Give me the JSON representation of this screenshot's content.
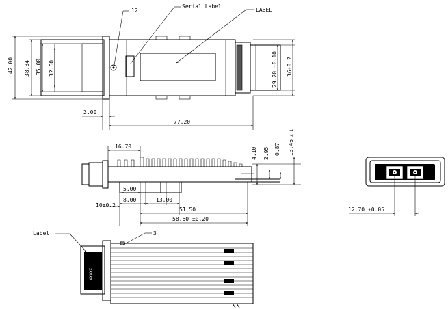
{
  "callouts": {
    "part_12": "12",
    "serial_label": "Serial Label",
    "label_top": "LABEL",
    "label_bottom": "Label",
    "part_3": "3"
  },
  "top_view": {
    "dim_42": "42.00",
    "dim_38_34": "38.34",
    "dim_35": "35.00",
    "dim_32_60": "32.60",
    "dim_29_20": "29.20 ±0.10",
    "dim_36": "36±0.2",
    "dim_2": "2.00",
    "dim_77_20": "77.20"
  },
  "side_view": {
    "dim_16_70": "16.70",
    "dim_4_10": "4.10",
    "dim_2_95": "2.95",
    "dim_0_87": "0.87",
    "dim_13_46": "13.46",
    "dim_13_46_tol": "±.1",
    "dim_5": "5.00",
    "dim_8": "8.00",
    "dim_13": "13.00",
    "dim_10": "10±0.2",
    "dim_51_50": "51.50",
    "dim_58_60": "58.60 ±0.20"
  },
  "front_view": {
    "dim_12_70": "12.70 ±0.05"
  },
  "bottom_view": {
    "vertical_label": "XXXXX"
  }
}
